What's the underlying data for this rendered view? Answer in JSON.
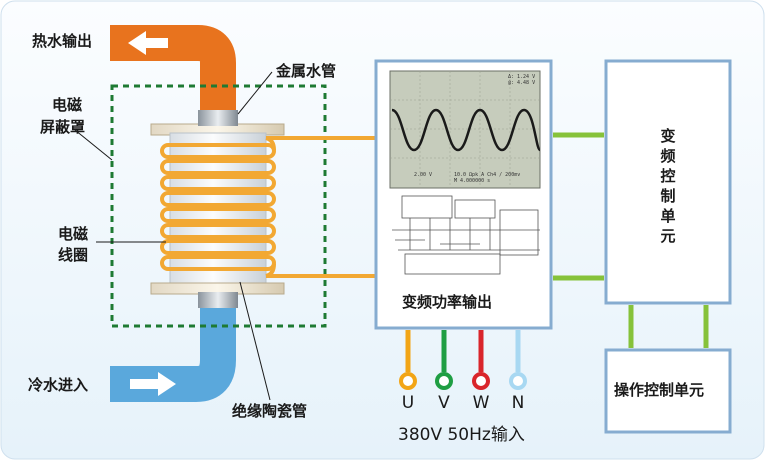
{
  "labels": {
    "hot_water_out": "热水输出",
    "metal_water_pipe": "金属水管",
    "shield_line1": "电磁",
    "shield_line2": "屏蔽罩",
    "coil_line1": "电磁",
    "coil_line2": "线圈",
    "cold_water_in": "冷水进入",
    "ceramic_tube": "绝缘陶瓷管",
    "inverter_output": "变频功率输出",
    "inverter_control": "变频控制单元",
    "operation_control": "操作控制单元",
    "input_caption": "380V 50Hz输入"
  },
  "phases": [
    {
      "label": "U",
      "color": "#f2a516"
    },
    {
      "label": "V",
      "color": "#1f9e43"
    },
    {
      "label": "W",
      "color": "#d9252b"
    },
    {
      "label": "N",
      "color": "#a8d8f2"
    }
  ],
  "oscilloscope": {
    "readout_top1": "Δ: 1.24 V",
    "readout_top2": "@: 4.48 V",
    "readout_bottom1": "2.00 V",
    "readout_bottom2": "10.0 Ωpk A Ch4 / 200mv",
    "readout_bottom3": "M 4.000000 s"
  },
  "colors": {
    "hot_pipe": "#e8731e",
    "cold_pipe": "#5aa8dc",
    "coil": "#f2a833",
    "shield": "#1e7a33",
    "box_border": "#86acd0",
    "green_link": "#86c23a"
  }
}
